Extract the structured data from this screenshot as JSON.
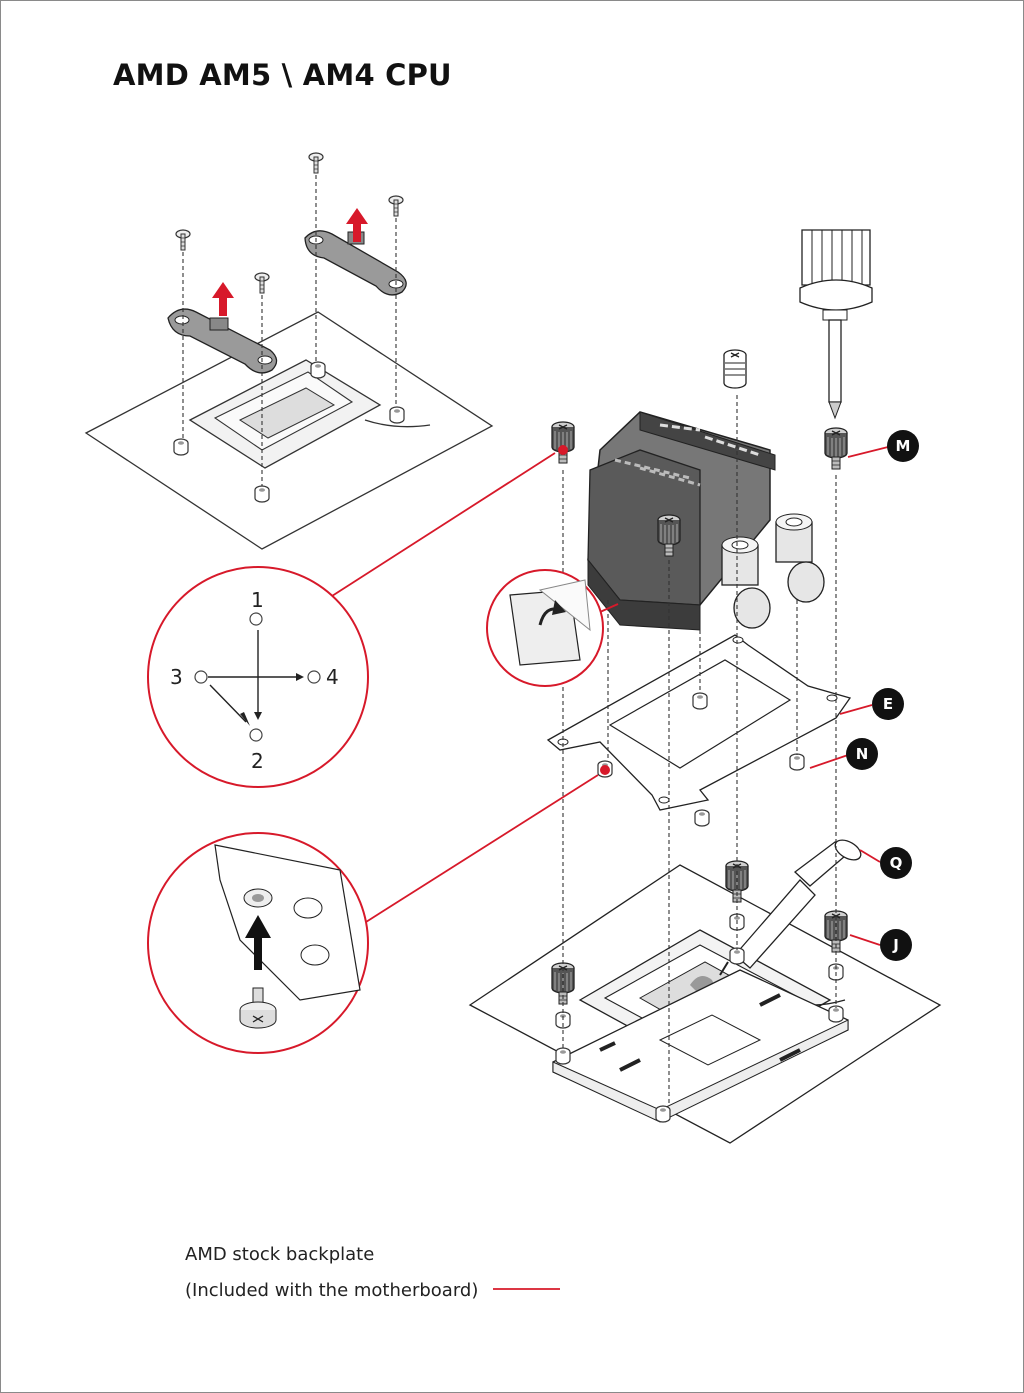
{
  "title": "AMD AM5 \\ AM4 CPU",
  "labels": {
    "M": "M",
    "E": "E",
    "N": "N",
    "Q": "Q",
    "J": "J"
  },
  "sequence": [
    "1",
    "2",
    "3",
    "4"
  ],
  "backplate": {
    "line1": "AMD stock backplate",
    "line2": "(Included with the motherboard)"
  },
  "colors": {
    "accent": "#d7192a",
    "badge": "#111111",
    "line": "#333333",
    "gray": "#8c8c8c",
    "light": "#e3e3e3"
  },
  "icons": [
    "screwdriver-icon",
    "thumbscrew-icon",
    "standoff-icon",
    "screw-icon",
    "arrow-up-icon",
    "thermal-paste-syringe-icon"
  ]
}
